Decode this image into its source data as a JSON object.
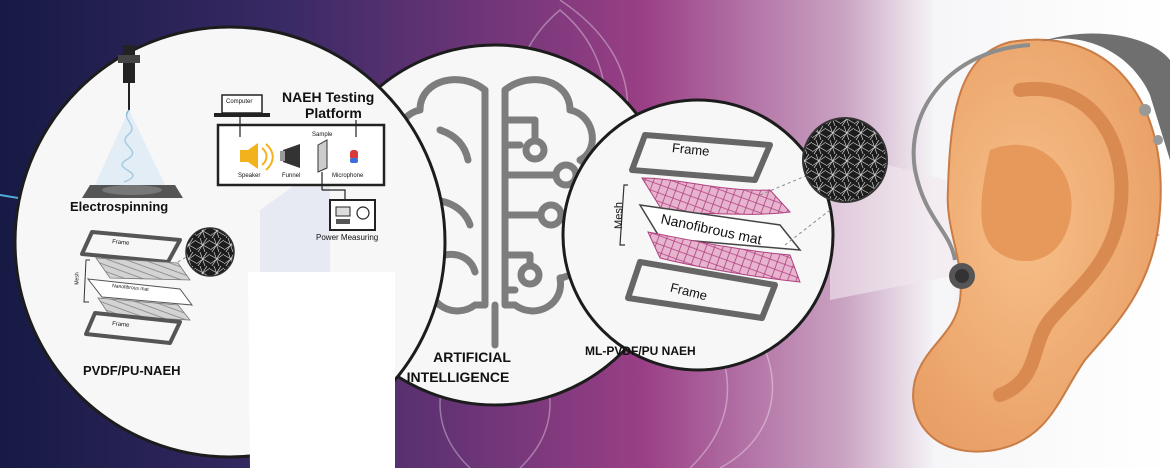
{
  "colors": {
    "background_dark": "#1a1f4a",
    "background_purple": "#8a3c7c",
    "background_light": "#f4f4f6",
    "circle_fill": "#f7f7f8",
    "circle_stroke": "#1c1c1c",
    "mesh_pink": "#c0508c",
    "frame_gray": "#6e6e6e",
    "ear_skin": "#f3b57d",
    "ear_shade": "#e49a5c",
    "hearing_aid": "#7a7a7a",
    "beam_red": "#e0504a"
  },
  "left_circle": {
    "electrospinning_label": "Electrospinning",
    "platform_title_line1": "NAEH Testing",
    "platform_title_line2": "Platform",
    "computer_label": "Computer",
    "sample_label": "Sample",
    "speaker_label": "Speaker",
    "funnel_label": "Funnel",
    "microphone_label": "Microphone",
    "power_label": "Power Measuring",
    "frame_top_label": "Frame",
    "mesh_label": "Mesh",
    "mat_label": "Nanofibrous mat",
    "frame_bottom_label": "Frame",
    "device_label": "PVDF/PU-NAEH"
  },
  "middle_circle": {
    "ai_label_line1": "ARTIFICIAL",
    "ai_label_line2": "INTELLIGENCE",
    "icon": "brain-circuit-icon"
  },
  "right_circle": {
    "frame_top_label": "Frame",
    "mesh_label": "Mesh",
    "mat_label": "Nanofibrous mat",
    "frame_bottom_label": "Frame",
    "device_label": "ML-PVDF/PU NAEH"
  },
  "ear": {
    "icon": "ear-with-hearing-aid-icon"
  }
}
